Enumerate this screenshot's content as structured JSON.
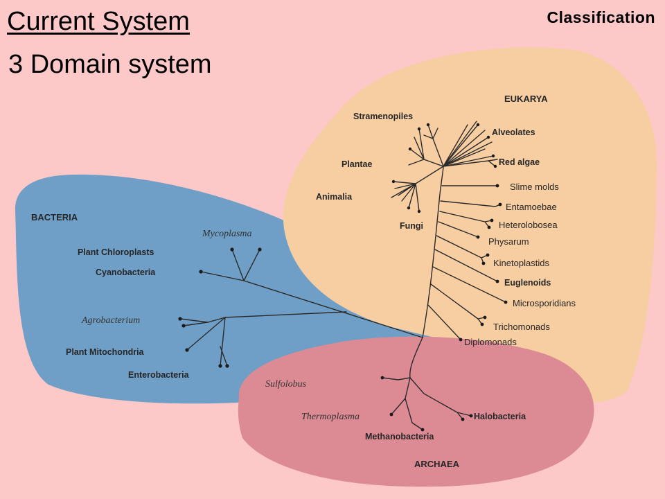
{
  "header": {
    "title": "Current System",
    "subtitle": "3 Domain system",
    "tag": "Classification"
  },
  "domains": {
    "bacteria": "BACTERIA",
    "eukarya": "EUKARYA",
    "archaea": "ARCHAEA"
  },
  "bacteria_taxa": {
    "mycoplasma": "Mycoplasma",
    "plant_chloroplasts": "Plant Chloroplasts",
    "cyanobacteria": "Cyanobacteria",
    "agrobacterium": "Agrobacterium",
    "plant_mitochondria": "Plant Mitochondria",
    "enterobacteria": "Enterobacteria"
  },
  "eukarya_taxa": {
    "stramenopiles": "Stramenopiles",
    "alveolates": "Alveolates",
    "plantae": "Plantae",
    "red_algae": "Red algae",
    "animalia": "Animalia",
    "slime_molds": "Slime molds",
    "entamoebae": "Entamoebae",
    "fungi": "Fungi",
    "heterolobosea": "Heterolobosea",
    "physarum": "Physarum",
    "kinetoplastids": "Kinetoplastids",
    "euglenoids": "Euglenoids",
    "microsporidians": "Microsporidians",
    "trichomonads": "Trichomonads",
    "diplomonads": "Diplomonads"
  },
  "archaea_taxa": {
    "sulfolobus": "Sulfolobus",
    "thermoplasma": "Thermoplasma",
    "halobacteria": "Halobacteria",
    "methanobacteria": "Methanobacteria"
  },
  "colors": {
    "background": "#fcc8c8",
    "bacteria_region": "#6f9fc6",
    "eukarya_region": "#f7cda2",
    "archaea_region": "#dc8a93",
    "branch": "#2a2a2a"
  }
}
